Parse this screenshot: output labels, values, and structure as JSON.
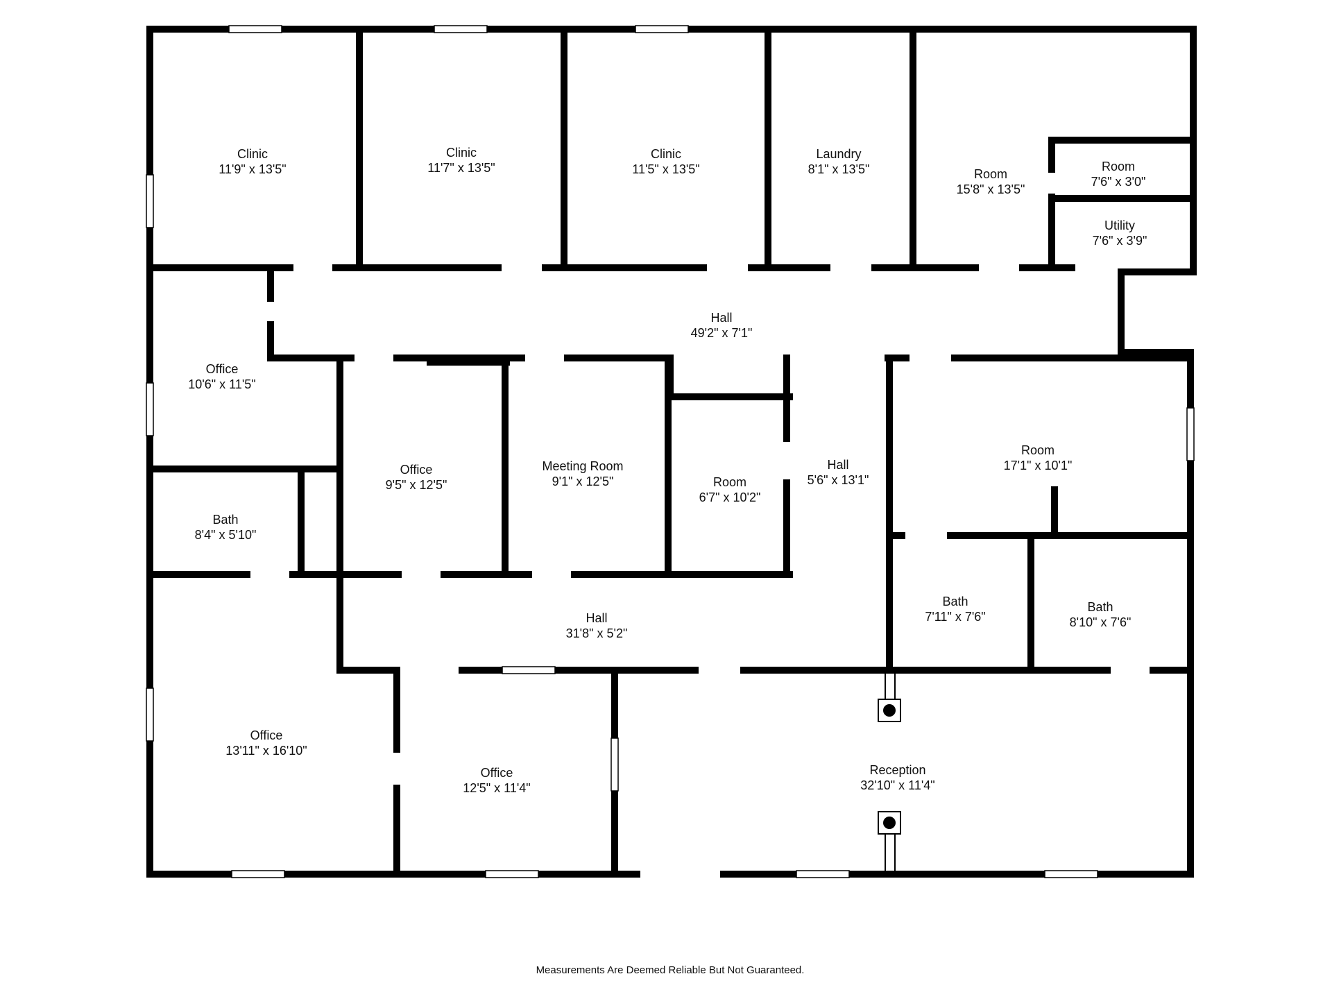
{
  "plan": {
    "wall_color": "#000000",
    "background": "#ffffff",
    "rooms": [
      {
        "name": "Clinic",
        "dim": "11'9\" x 13'5\""
      },
      {
        "name": "Clinic",
        "dim": "11'7\" x 13'5\""
      },
      {
        "name": "Clinic",
        "dim": "11'5\" x 13'5\""
      },
      {
        "name": "Laundry",
        "dim": "8'1\" x 13'5\""
      },
      {
        "name": "Room",
        "dim": "15'8\" x 13'5\""
      },
      {
        "name": "Room",
        "dim": "7'6\" x 3'0\""
      },
      {
        "name": "Utility",
        "dim": "7'6\" x 3'9\""
      },
      {
        "name": "Hall",
        "dim": "49'2\" x 7'1\""
      },
      {
        "name": "Office",
        "dim": "10'6\" x 11'5\""
      },
      {
        "name": "Office",
        "dim": "9'5\" x 12'5\""
      },
      {
        "name": "Meeting Room",
        "dim": "9'1\" x 12'5\""
      },
      {
        "name": "Room",
        "dim": "6'7\" x 10'2\""
      },
      {
        "name": "Hall",
        "dim": "5'6\" x 13'1\""
      },
      {
        "name": "Room",
        "dim": "17'1\" x 10'1\""
      },
      {
        "name": "Bath",
        "dim": "8'4\" x 5'10\""
      },
      {
        "name": "Bath",
        "dim": "7'11\" x 7'6\""
      },
      {
        "name": "Bath",
        "dim": "8'10\" x 7'6\""
      },
      {
        "name": "Hall",
        "dim": "31'8\" x 5'2\""
      },
      {
        "name": "Office",
        "dim": "13'11\" x 16'10\""
      },
      {
        "name": "Office",
        "dim": "12'5\" x 11'4\""
      },
      {
        "name": "Reception",
        "dim": "32'10\" x 11'4\""
      }
    ]
  },
  "footer": {
    "disclaimer": "Measurements Are Deemed Reliable But Not Guaranteed."
  }
}
